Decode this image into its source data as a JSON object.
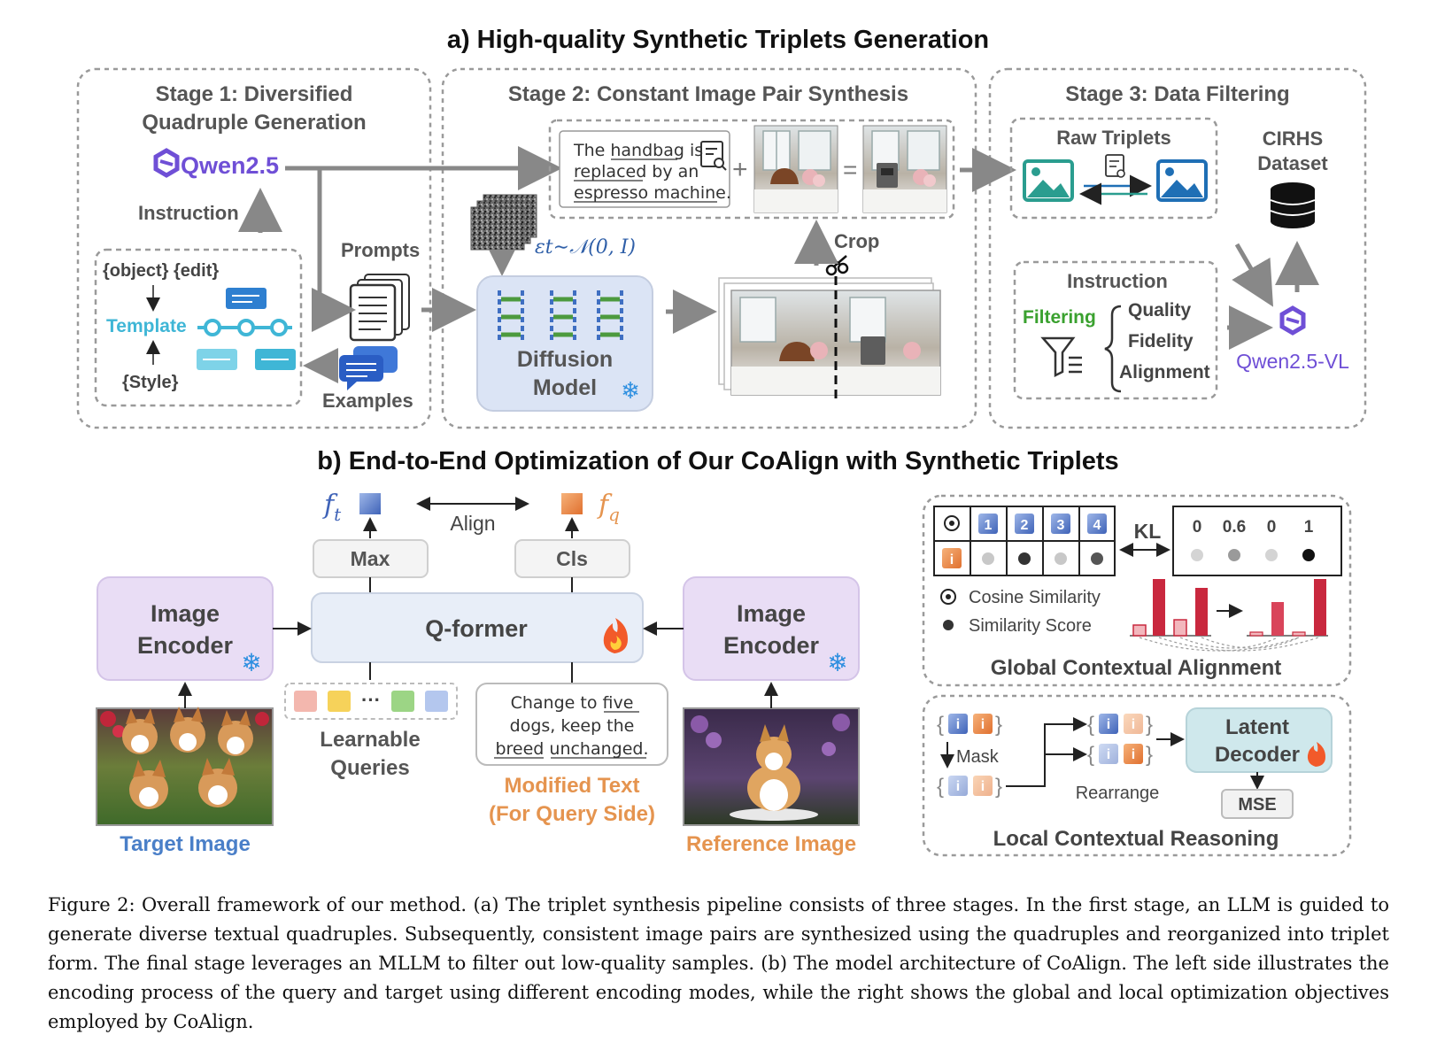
{
  "section_a": {
    "title": "a) High-quality Synthetic Triplets Generation",
    "stage1": {
      "title_line1": "Stage 1: Diversified",
      "title_line2": "Quadruple Generation",
      "llm": "Qwen2.5",
      "instruction": "Instruction",
      "object_edit": "{object} {edit}",
      "template": "Template",
      "style": "{Style}",
      "prompts": "Prompts",
      "examples": "Examples"
    },
    "stage2": {
      "title": "Stage 2: Constant Image Pair Synthesis",
      "prompt_line1": "The handbag is",
      "prompt_line2": "replaced by an",
      "prompt_line3": "espresso machine.",
      "noise": "εt∼𝒩(0, I)",
      "diffusion_line1": "Diffusion",
      "diffusion_line2": "Model",
      "crop": "Crop"
    },
    "stage3": {
      "title": "Stage 3: Data Filtering",
      "raw": "Raw Triplets",
      "dataset_line1": "CIRHS",
      "dataset_line2": "Dataset",
      "instruction": "Instruction",
      "filtering": "Filtering",
      "criteria": [
        "Quality",
        "Fidelity",
        "Alignment"
      ],
      "mllm": "Qwen2.5-VL"
    }
  },
  "section_b": {
    "title": "b) End-to-End Optimization of Our CoAlign with Synthetic Triplets",
    "ft": "f",
    "ft_sub": "t",
    "fq": "f",
    "fq_sub": "q",
    "align": "Align",
    "max": "Max",
    "cls": "Cls",
    "qformer": "Q-former",
    "encoder_line1": "Image",
    "encoder_line2": "Encoder",
    "learnable_line1": "Learnable",
    "learnable_line2": "Queries",
    "mod_line1": "Change to five",
    "mod_line2": "dogs, keep the",
    "mod_line3": "breed unchanged.",
    "mod_label_line1": "Modified Text",
    "mod_label_line2": "(For Query Side)",
    "target_label": "Target Image",
    "reference_label": "Reference Image",
    "global": {
      "numbers": [
        "1",
        "2",
        "3",
        "4"
      ],
      "kl": "KL",
      "scores": [
        "0",
        "0.6",
        "0",
        "1"
      ],
      "legend_cos": "Cosine Similarity",
      "legend_score": "Similarity Score",
      "title": "Global Contextual Alignment"
    },
    "local": {
      "mask": "Mask",
      "rearrange": "Rearrange",
      "decoder_line1": "Latent",
      "decoder_line2": "Decoder",
      "mse": "MSE",
      "title": "Local Contextual Reasoning"
    }
  },
  "caption": "Figure 2: Overall framework of our method. (a) The triplet synthesis pipeline consists of three stages. In the first stage, an LLM is guided to generate diverse textual quadruples. Subsequently, consistent image pairs are synthesized using the quadruples and reorganized into triplet form. The final stage leverages an MLLM to filter out low-quality samples. (b) The model architecture of CoAlign. The left side illustrates the encoding process of the query and target using different encoding modes, while the right shows the global and local optimization objectives employed by CoAlign.",
  "colors": {
    "purple": "#6f4fd6",
    "teal": "#2a9d8f",
    "blue": "#1f6fb5",
    "orange": "#e5944f",
    "red": "#c9283e",
    "encoder": "#e9ddf5",
    "qformer": "#e8eef8",
    "diffusion": "#dbe4f5",
    "decoder": "#cfe8ec"
  }
}
